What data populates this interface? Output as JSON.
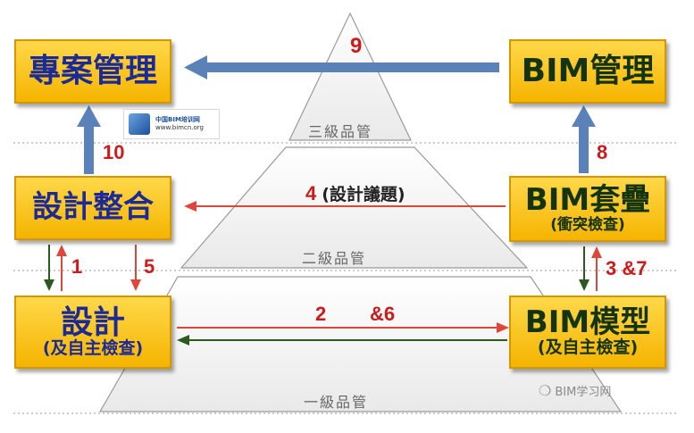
{
  "boxes": {
    "project_mgmt": "專案管理",
    "bim_mgmt": "BIM管理",
    "design_integration": "設計整合",
    "bim_overlay": "BIM套疊",
    "bim_overlay_sub": "(衝突檢查)",
    "design": "設計",
    "design_sub": "(及自主檢查)",
    "bim_model": "BIM模型",
    "bim_model_sub": "(及自主檢查)"
  },
  "tiers": {
    "level3": "三級品管",
    "level2": "二級品管",
    "level1": "一級品管"
  },
  "arrow_labels": {
    "a9": "9",
    "a10": "10",
    "a8": "8",
    "a4": "4",
    "a4_text": "(設計議題)",
    "a1": "1",
    "a5": "5",
    "a37": "3 &7",
    "a2": "2",
    "a6": "&6"
  },
  "logo": {
    "title": "中国BIM培训网",
    "url": "www.bimcn.org"
  },
  "watermark": "BIM学习网",
  "colors": {
    "box_fill": "#f5b400",
    "box_text_blue": "#1c2a96",
    "box_text_dark": "#14330f",
    "arrow_blue": "#5b82b8",
    "arrow_red": "#e0453a",
    "arrow_green": "#2b5a1e",
    "number_red": "#cc1b1b"
  }
}
